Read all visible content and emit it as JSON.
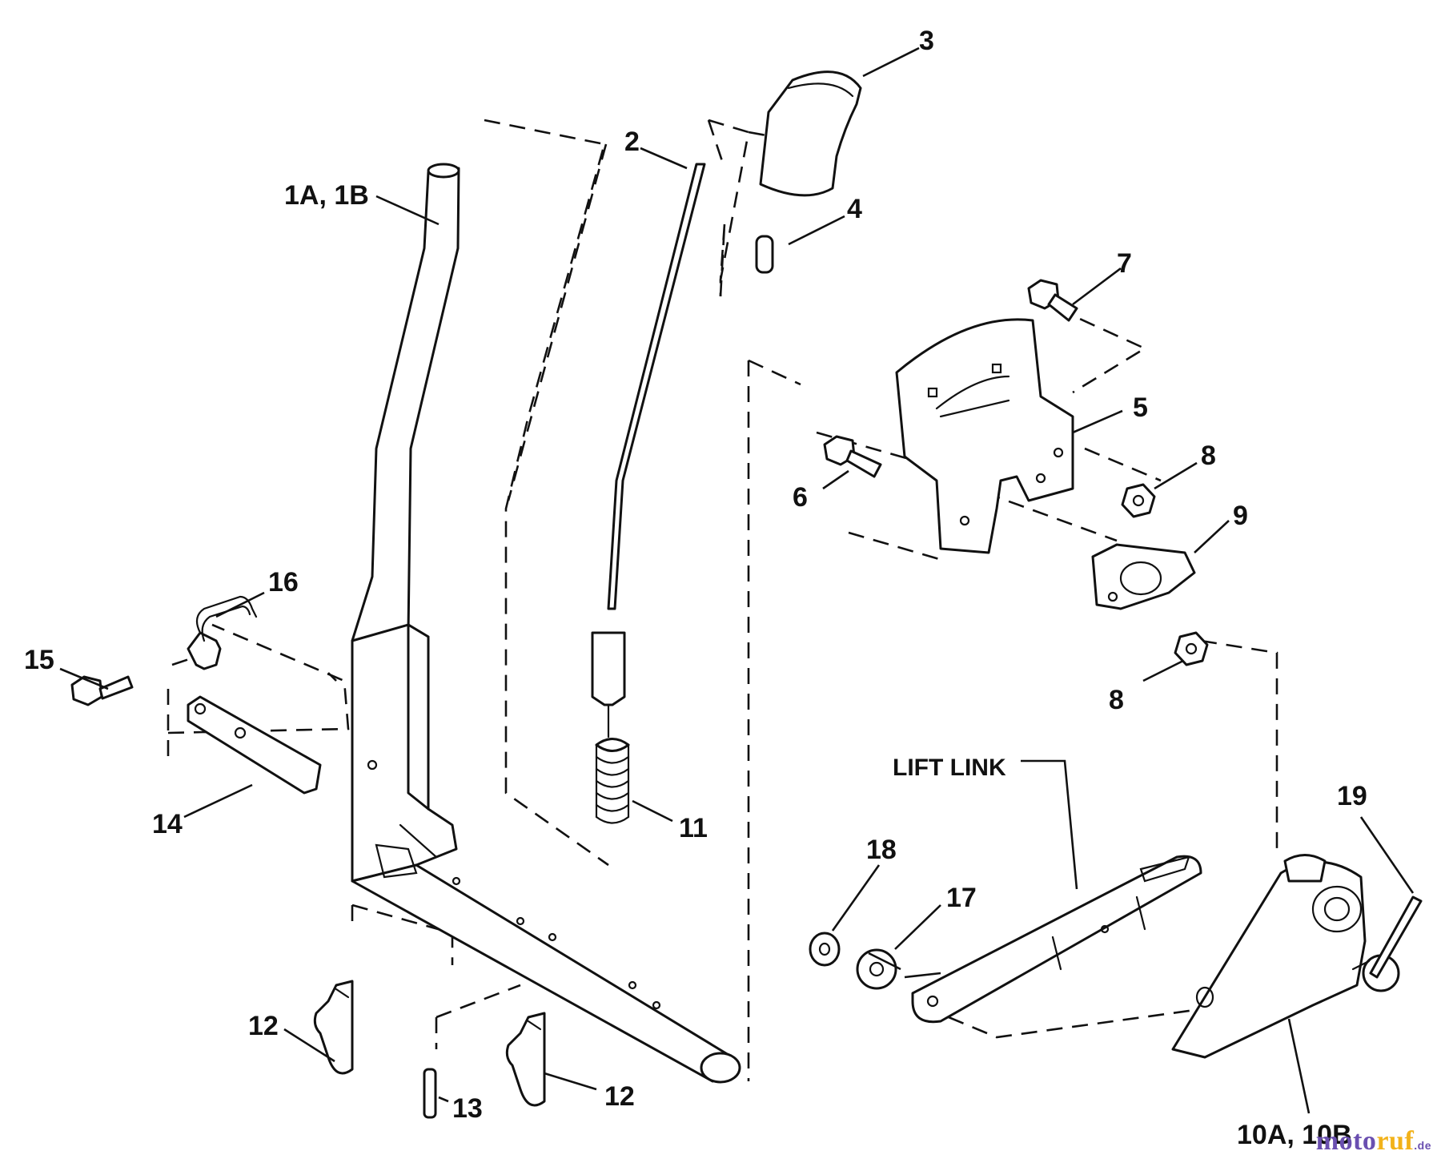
{
  "diagram": {
    "callouts": {
      "c1": "1A, 1B",
      "c2": "2",
      "c3": "3",
      "c4": "4",
      "c5": "5",
      "c6": "6",
      "c7": "7",
      "c8a": "8",
      "c8b": "8",
      "c9": "9",
      "c10": "10A, 10B",
      "c11": "11",
      "c12a": "12",
      "c12b": "12",
      "c13": "13",
      "c14": "14",
      "c15": "15",
      "c16": "16",
      "c17": "17",
      "c18": "18",
      "c19": "19"
    },
    "lift_link_label": "LIFT LINK"
  },
  "watermark": {
    "part1": "moto",
    "part2": "ruf",
    "part3": ".de"
  },
  "colors": {
    "ink": "#111111",
    "brand_purple": "#6a4fb0",
    "brand_yellow": "#f2b21a"
  }
}
